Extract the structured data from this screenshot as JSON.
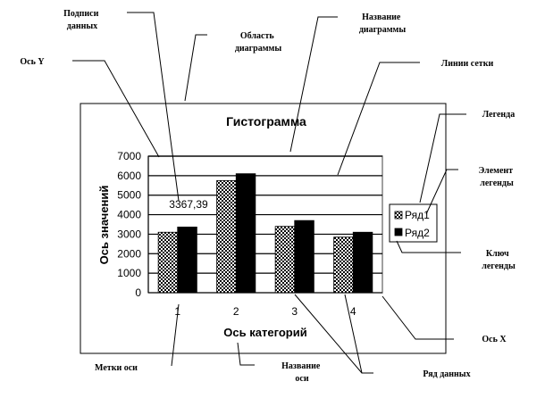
{
  "chart_data": {
    "type": "bar",
    "title": "Гистограмма",
    "xlabel": "Ось категорий",
    "ylabel": "Ось значений",
    "categories": [
      "1",
      "2",
      "3",
      "4"
    ],
    "series": [
      {
        "name": "Ряд1",
        "values": [
          3100,
          5750,
          3400,
          2850
        ]
      },
      {
        "name": "Ряд2",
        "values": [
          3367.39,
          6100,
          3700,
          3100
        ]
      }
    ],
    "yticks": [
      "0",
      "1000",
      "2000",
      "3000",
      "4000",
      "5000",
      "6000",
      "7000"
    ],
    "ylim": [
      0,
      7000
    ],
    "grid": true,
    "legend_position": "right",
    "data_label": {
      "text": "3367,39",
      "series": 1,
      "category": 0
    },
    "series_colors": [
      "#000000",
      "#000000"
    ],
    "series_patterns": [
      "checker",
      "solid"
    ],
    "plot_area_color": "#ffffff"
  },
  "callouts": [
    {
      "id": "data-labels",
      "lines": [
        "Подписи",
        "данных"
      ]
    },
    {
      "id": "chart-title-callout",
      "lines": [
        "Название",
        "диаграммы"
      ]
    },
    {
      "id": "chart-area",
      "lines": [
        "Область",
        "диаграммы"
      ]
    },
    {
      "id": "y-axis",
      "lines": [
        "Ось Y"
      ]
    },
    {
      "id": "gridlines",
      "lines": [
        "Линии сетки"
      ]
    },
    {
      "id": "legend",
      "lines": [
        "Легенда"
      ]
    },
    {
      "id": "legend-entry",
      "lines": [
        "Элемент",
        "легенды"
      ]
    },
    {
      "id": "legend-key",
      "lines": [
        "Ключ",
        "легенды"
      ]
    },
    {
      "id": "x-axis",
      "lines": [
        "Ось X"
      ]
    },
    {
      "id": "axis-labels",
      "lines": [
        "Метки оси"
      ]
    },
    {
      "id": "axis-title",
      "lines": [
        "Название",
        "оси"
      ]
    },
    {
      "id": "data-series",
      "lines": [
        "Ряд данных"
      ]
    }
  ]
}
